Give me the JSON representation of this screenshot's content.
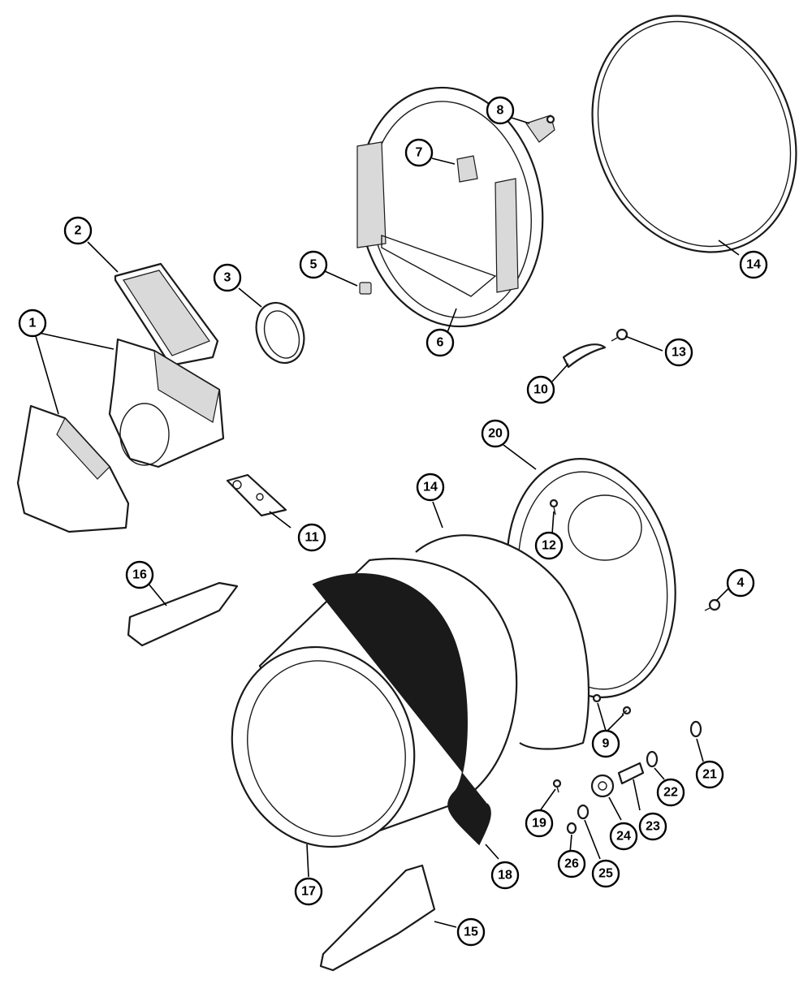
{
  "callouts": [
    {
      "id": "c1",
      "label": "1"
    },
    {
      "id": "c2",
      "label": "2"
    },
    {
      "id": "c3",
      "label": "3"
    },
    {
      "id": "c4",
      "label": "4"
    },
    {
      "id": "c5",
      "label": "5"
    },
    {
      "id": "c6",
      "label": "6"
    },
    {
      "id": "c7",
      "label": "7"
    },
    {
      "id": "c8",
      "label": "8"
    },
    {
      "id": "c9",
      "label": "9"
    },
    {
      "id": "c10",
      "label": "10"
    },
    {
      "id": "c11",
      "label": "11"
    },
    {
      "id": "c12",
      "label": "12"
    },
    {
      "id": "c13",
      "label": "13"
    },
    {
      "id": "c14a",
      "label": "14"
    },
    {
      "id": "c14b",
      "label": "14"
    },
    {
      "id": "c15",
      "label": "15"
    },
    {
      "id": "c16",
      "label": "16"
    },
    {
      "id": "c17",
      "label": "17"
    },
    {
      "id": "c18",
      "label": "18"
    },
    {
      "id": "c19",
      "label": "19"
    },
    {
      "id": "c20",
      "label": "20"
    },
    {
      "id": "c21",
      "label": "21"
    },
    {
      "id": "c22",
      "label": "22"
    },
    {
      "id": "c23",
      "label": "23"
    },
    {
      "id": "c24",
      "label": "24"
    },
    {
      "id": "c25",
      "label": "25"
    },
    {
      "id": "c26",
      "label": "26"
    }
  ]
}
